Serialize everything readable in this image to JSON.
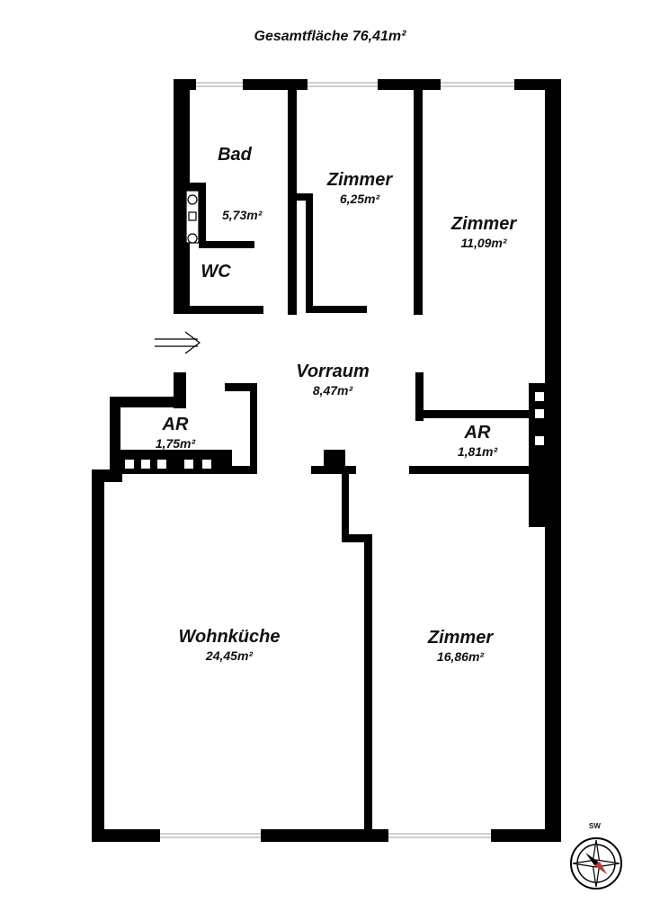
{
  "title": "Gesamtfläche 76,41m²",
  "rooms": {
    "bad": {
      "name": "Bad",
      "area": "5,73m²"
    },
    "wc": {
      "name": "WC"
    },
    "zimmer1": {
      "name": "Zimmer",
      "area": "6,25m²"
    },
    "zimmer2": {
      "name": "Zimmer",
      "area": "11,09m²"
    },
    "vorraum": {
      "name": "Vorraum",
      "area": "8,47m²"
    },
    "ar_left": {
      "name": "AR",
      "area": "1,75m²"
    },
    "ar_right": {
      "name": "AR",
      "area": "1,81m²"
    },
    "wohnkueche": {
      "name": "Wohnküche",
      "area": "24,45m²"
    },
    "zimmer3": {
      "name": "Zimmer",
      "area": "16,86m²"
    }
  },
  "compass": {
    "label": "SW"
  },
  "colors": {
    "wall": "#000000",
    "window": "#d9d9d9",
    "needle_north": "#c0392b"
  },
  "icons": [
    "entrance-arrow-icon",
    "compass-icon",
    "bathtub-icon",
    "toilet-icon",
    "sink-icon"
  ]
}
